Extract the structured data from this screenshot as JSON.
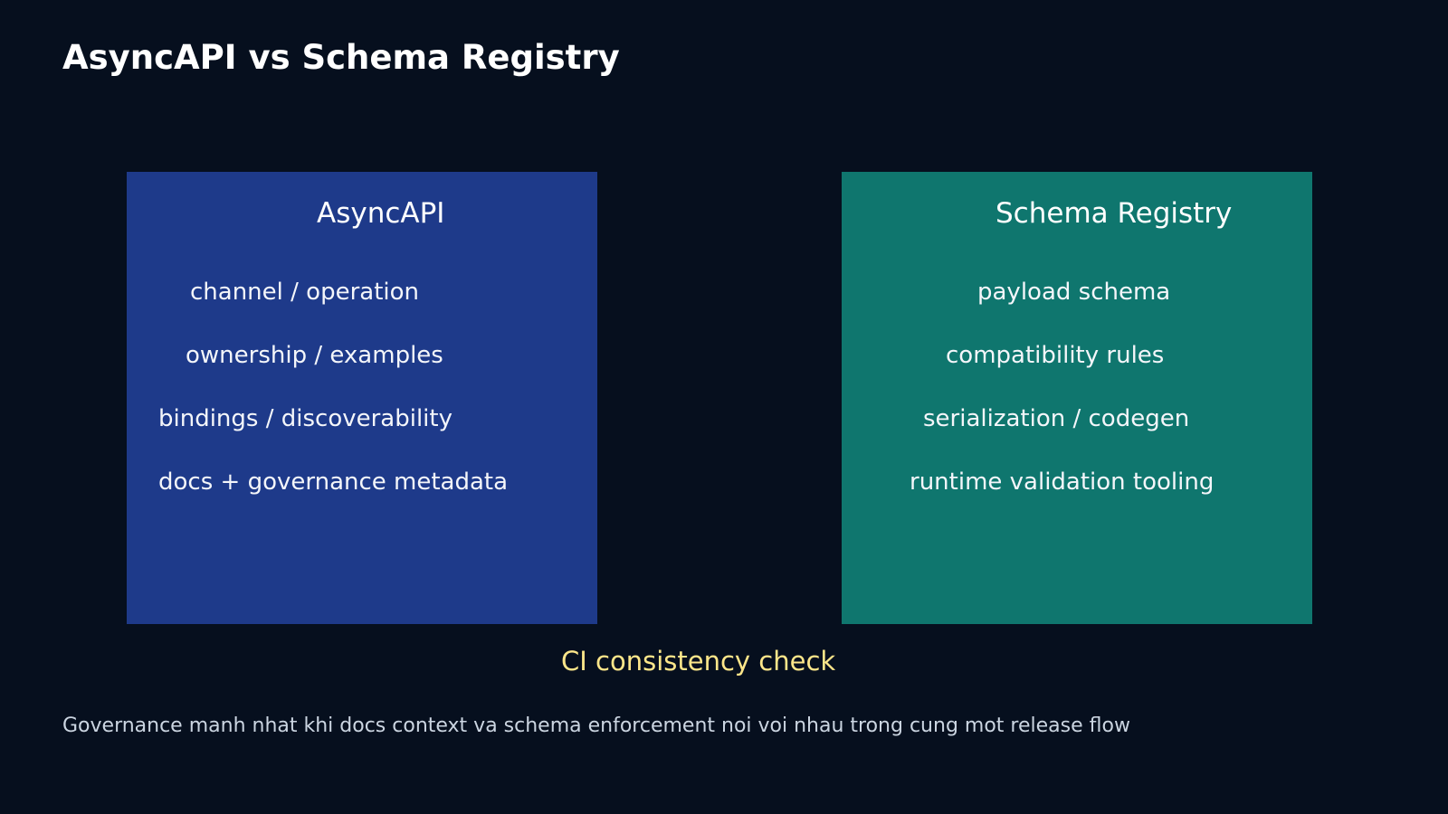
{
  "title": "AsyncAPI vs Schema Registry",
  "colors": {
    "background": "#060f1e",
    "asyncapi_box": "#1e3a8a",
    "schema_registry_box": "#0f766e",
    "accent": "#fde68a"
  },
  "asyncapi": {
    "heading": "AsyncAPI",
    "items": [
      "channel / operation",
      "ownership / examples",
      "bindings / discoverability",
      "docs + governance metadata"
    ]
  },
  "schema_registry": {
    "heading": "Schema Registry",
    "items": [
      "payload schema",
      "compatibility rules",
      "serialization / codegen",
      "runtime validation tooling"
    ]
  },
  "ci_label": "CI consistency check",
  "caption": "Governance manh nhat khi docs context va schema enforcement noi voi nhau trong cung mot release flow"
}
